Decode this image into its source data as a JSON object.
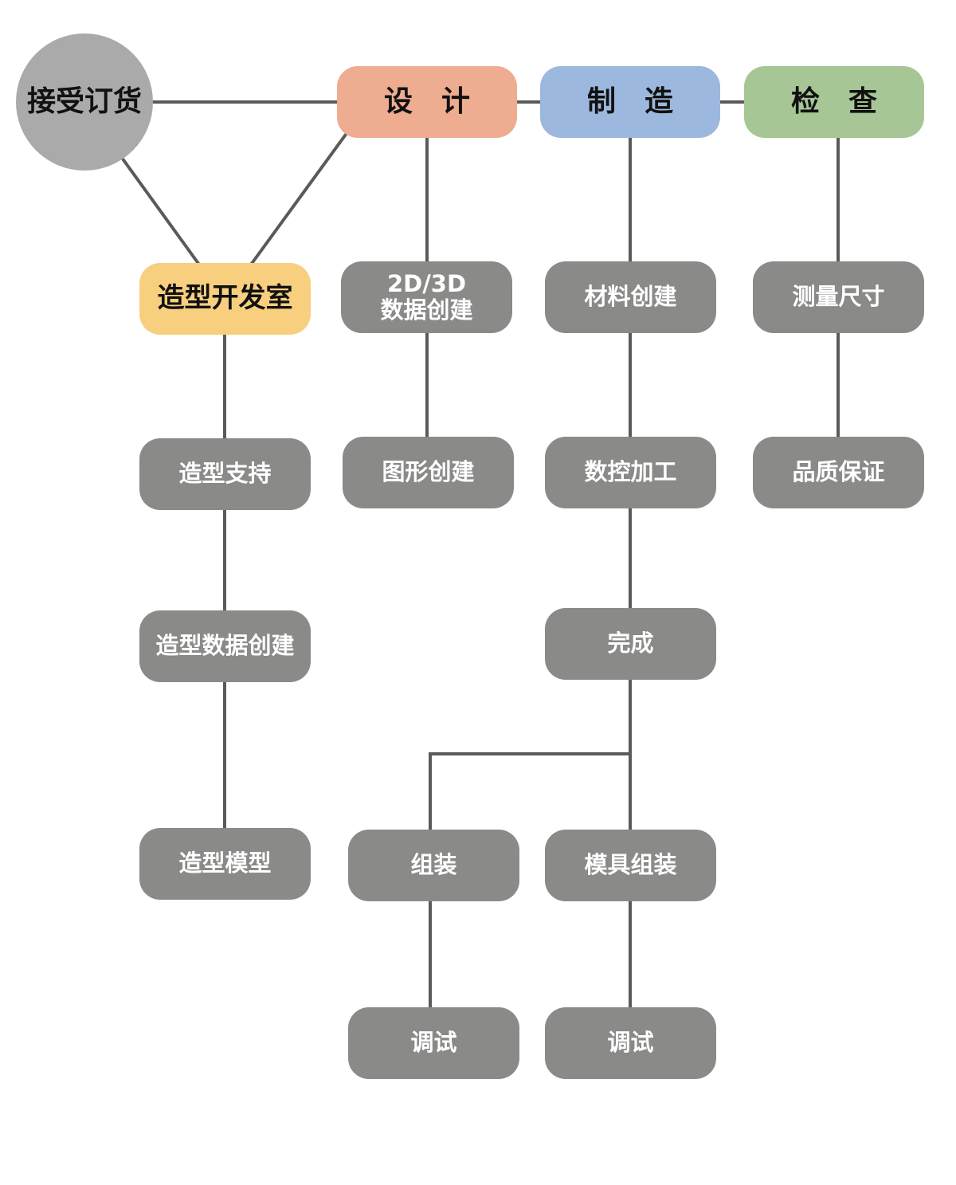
{
  "colors": {
    "line": "#5a5a5a",
    "order": "#aaaaaa",
    "design": "#eeac91",
    "manufacture": "#9db8de",
    "inspect": "#a6c795",
    "studio": "#f7cf7f",
    "step": "#8a8a88"
  },
  "nodes": {
    "order": "接受订货",
    "design": "设　计",
    "manufacture": "制　造",
    "inspect": "检　查",
    "studio": "造型开发室",
    "data_2d3d": "2D/3D\n数据创建",
    "material": "材料创建",
    "measure": "测量尺寸",
    "styling_support": "造型支持",
    "graphics": "图形创建",
    "cnc": "数控加工",
    "quality": "品质保证",
    "styling_data": "造型数据创建",
    "complete": "完成",
    "styling_model": "造型模型",
    "assembly": "组装",
    "mold_assembly": "模具组装",
    "debug_assembly": "调试",
    "debug_mold": "调试"
  }
}
